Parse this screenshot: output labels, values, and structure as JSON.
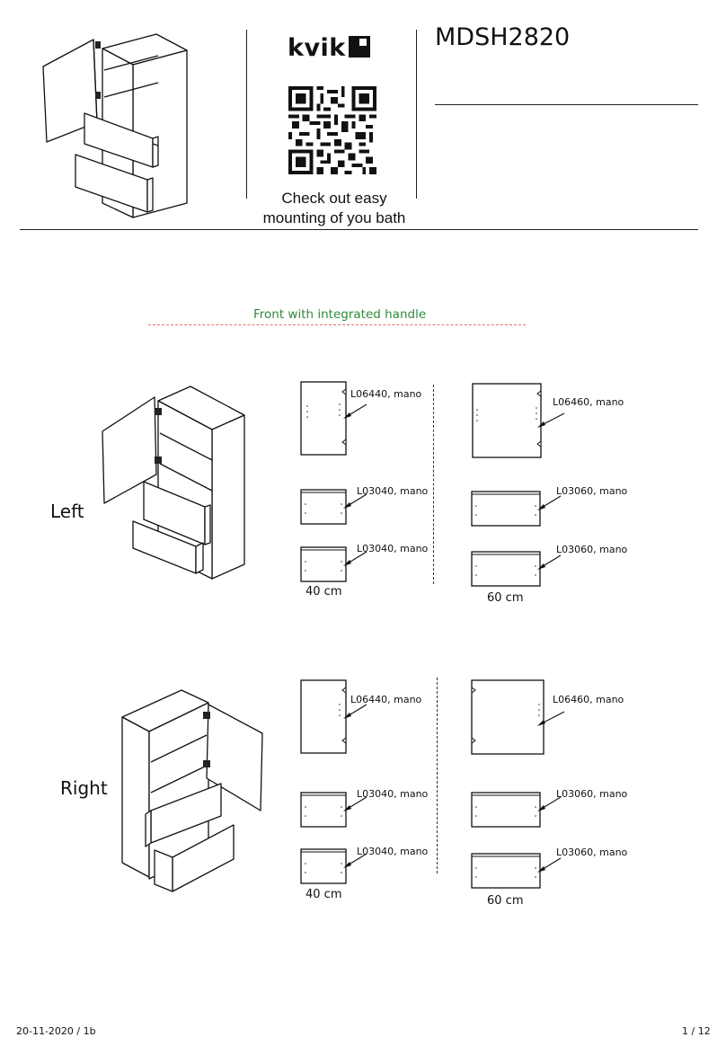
{
  "header": {
    "brand": "kvik",
    "model": "MDSH2820",
    "qr_caption_line1": "Check out easy",
    "qr_caption_line2": "mounting of you bath"
  },
  "section": {
    "subtitle": "Front with integrated handle"
  },
  "left_group": {
    "label": "Left",
    "col40": {
      "door": "L06440, mano",
      "drawer1": "L03040, mano",
      "drawer2": "L03040, mano",
      "width": "40 cm"
    },
    "col60": {
      "door": "L06460, mano",
      "drawer1": "L03060, mano",
      "drawer2": "L03060, mano",
      "width": "60 cm"
    }
  },
  "right_group": {
    "label": "Right",
    "col40": {
      "door": "L06440, mano",
      "drawer1": "L03040, mano",
      "drawer2": "L03040, mano",
      "width": "40 cm"
    },
    "col60": {
      "door": "L06460, mano",
      "drawer1": "L03060, mano",
      "drawer2": "L03060, mano",
      "width": "60 cm"
    }
  },
  "footer": {
    "date_rev": "20-11-2020 / 1b",
    "page": "1 / 12"
  },
  "colors": {
    "subtitle_green": "#2e8b3a",
    "dashed_red": "#e07070"
  }
}
